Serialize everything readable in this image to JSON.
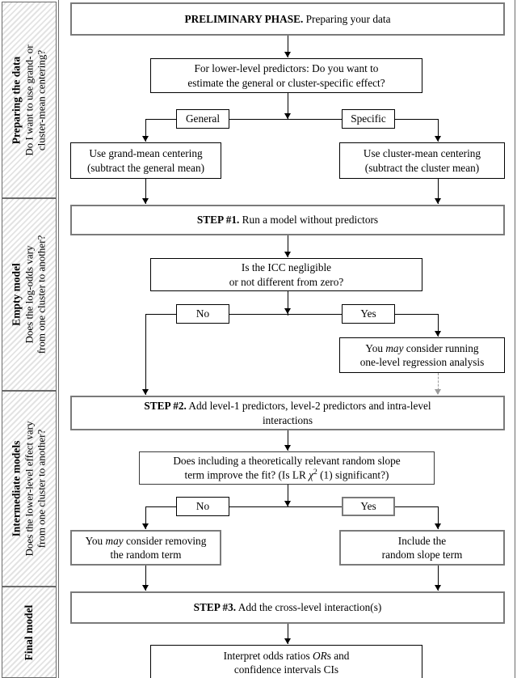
{
  "phases": [
    {
      "id": "preparing-the-data",
      "title": "Preparing the data",
      "subtitle_line1": "Do I want to use grand- or",
      "subtitle_line2": "cluster-mean centering?"
    },
    {
      "id": "empty-model",
      "title": "Empty model",
      "subtitle_line1": "Does the log-odds vary",
      "subtitle_line2": "from one cluster to another?"
    },
    {
      "id": "intermediate-models",
      "title": "Intermediate models",
      "subtitle_line1": "Does the lower-level effect vary",
      "subtitle_line2": "from one cluster to another?"
    },
    {
      "id": "final-model",
      "title": "Final model",
      "subtitle_line1": "",
      "subtitle_line2": ""
    }
  ],
  "nodes": {
    "preliminary_phase": {
      "bold": "PRELIMINARY PHASE.",
      "rest": " Preparing your data"
    },
    "lower_level_question": {
      "line1": "For lower-level predictors: Do you want to",
      "line2": "estimate the general or cluster-specific effect?"
    },
    "branch_general": "General",
    "branch_specific": "Specific",
    "grand_mean": {
      "line1": "Use grand-mean centering",
      "line2": "(subtract the general mean)"
    },
    "cluster_mean": {
      "line1": "Use cluster-mean centering",
      "line2": "(subtract the cluster mean)"
    },
    "step1": {
      "bold": "STEP #1.",
      "rest": " Run a model without predictors"
    },
    "icc_question": {
      "line1": "Is the ICC negligible",
      "line2": "or not different from zero?"
    },
    "branch_no_1": "No",
    "branch_yes_1": "Yes",
    "one_level_regression": {
      "pre": "You ",
      "italic": "may",
      "post": " consider running",
      "line2": "one-level regression analysis"
    },
    "step2": {
      "bold": "STEP #2.",
      "rest": " Add level-1 predictors, level-2 predictors and intra-level",
      "line2": "interactions"
    },
    "random_slope_question": {
      "line1": "Does including a theoretically relevant random slope",
      "line2_pre": "term improve the fit? (Is LR ",
      "line2_symbol": "χ",
      "line2_sup": "2",
      "line2_post": " (1) significant?)"
    },
    "branch_no_2": "No",
    "branch_yes_2": "Yes",
    "remove_random_term": {
      "pre": "You ",
      "italic": "may",
      "post": " consider removing",
      "line2": "the random term"
    },
    "include_random_slope": {
      "line1": "Include the",
      "line2": "random slope term"
    },
    "step3": {
      "bold": "STEP #3.",
      "rest": " Add the cross-level interaction(s)"
    },
    "interpret": {
      "line1_pre": "Interpret odds ratios ",
      "line1_italic": "OR",
      "line1_post": "s and",
      "line2": "confidence intervals CIs"
    }
  },
  "colors": {
    "border_thick": "#7a7a7a",
    "border_thin": "#000000",
    "rail_border": "#6b6b6b",
    "hatch": "#e3e3e3",
    "dashed_arrow": "#9a9a9a",
    "background": "#ffffff"
  }
}
